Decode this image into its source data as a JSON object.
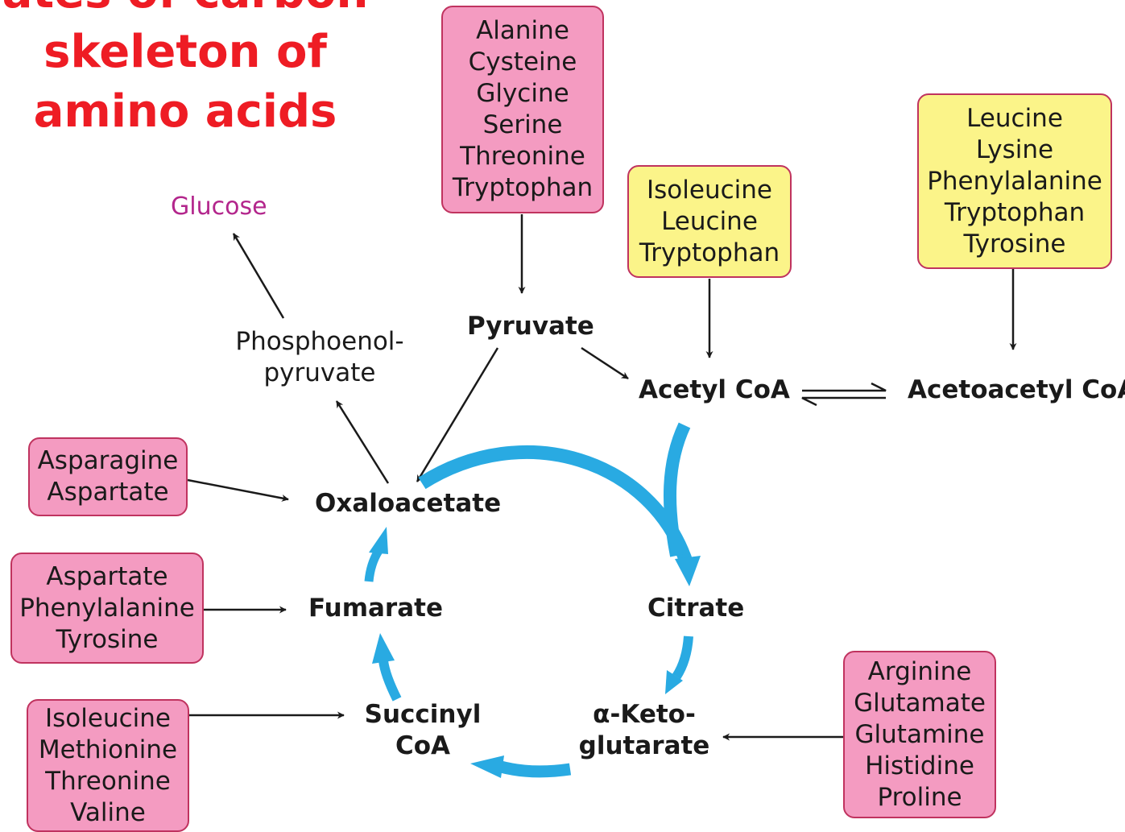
{
  "title": {
    "lines": [
      "ates of carbon",
      "skeleton of",
      "amino acids"
    ]
  },
  "colors": {
    "title": "#ee1c24",
    "pink_box": "#f49bc1",
    "yellow_box": "#fbf489",
    "box_border": "#c0335f",
    "glucose": "#b3268c",
    "cycle_arrow": "#29aae2"
  },
  "metabolites": {
    "glucose": "Glucose",
    "pep": [
      "Phosphoenol-",
      "pyruvate"
    ],
    "pyruvate": "Pyruvate",
    "acetyl_coa": "Acetyl CoA",
    "acetoacetyl_coa": "Acetoacetyl CoA",
    "oxaloacetate": "Oxaloacetate",
    "fumarate": "Fumarate",
    "citrate": "Citrate",
    "succinyl_coa": [
      "Succinyl",
      "CoA"
    ],
    "akg": [
      "α-Keto-",
      "glutarate"
    ]
  },
  "boxes": {
    "pyruvate_aa": [
      "Alanine",
      "Cysteine",
      "Glycine",
      "Serine",
      "Threonine",
      "Tryptophan"
    ],
    "acetyl_aa": [
      "Isoleucine",
      "Leucine",
      "Tryptophan"
    ],
    "acetoacetyl_aa": [
      "Leucine",
      "Lysine",
      "Phenylalanine",
      "Tryptophan",
      "Tyrosine"
    ],
    "oxaloacetate_aa": [
      "Asparagine",
      "Aspartate"
    ],
    "fumarate_aa": [
      "Aspartate",
      "Phenylalanine",
      "Tyrosine"
    ],
    "succinyl_aa": [
      "Isoleucine",
      "Methionine",
      "Threonine",
      "Valine"
    ],
    "akg_aa": [
      "Arginine",
      "Glutamate",
      "Glutamine",
      "Histidine",
      "Proline"
    ]
  }
}
